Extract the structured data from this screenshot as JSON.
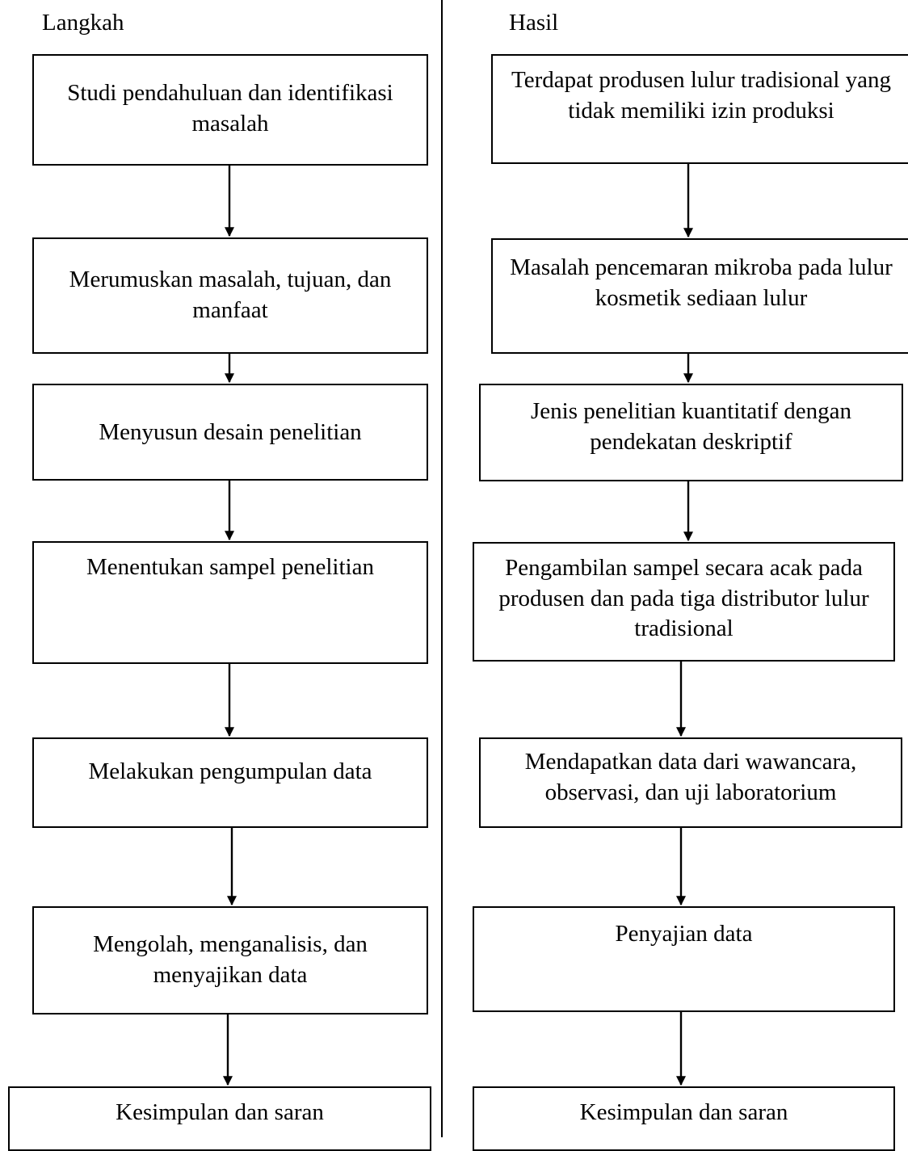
{
  "headings": {
    "left": "Langkah",
    "right": "Hasil"
  },
  "left_steps": [
    "Studi pendahuluan dan identifikasi masalah",
    "Merumuskan masalah, tujuan, dan manfaat",
    "Menyusun desain penelitian",
    "Menentukan sampel penelitian",
    "Melakukan pengumpulan data",
    "Mengolah, menganalisis, dan menyajikan data",
    "Kesimpulan dan saran"
  ],
  "right_results": [
    "Terdapat produsen lulur tradisional yang tidak memiliki izin produksi",
    "Masalah pencemaran mikroba pada lulur kosmetik sediaan lulur",
    "Jenis penelitian kuantitatif dengan pendekatan deskriptif",
    "Pengambilan sampel secara acak pada produsen dan pada tiga distributor lulur tradisional",
    "Mendapatkan data dari wawancara, observasi, dan uji laboratorium",
    "Penyajian data",
    "Kesimpulan dan saran"
  ]
}
